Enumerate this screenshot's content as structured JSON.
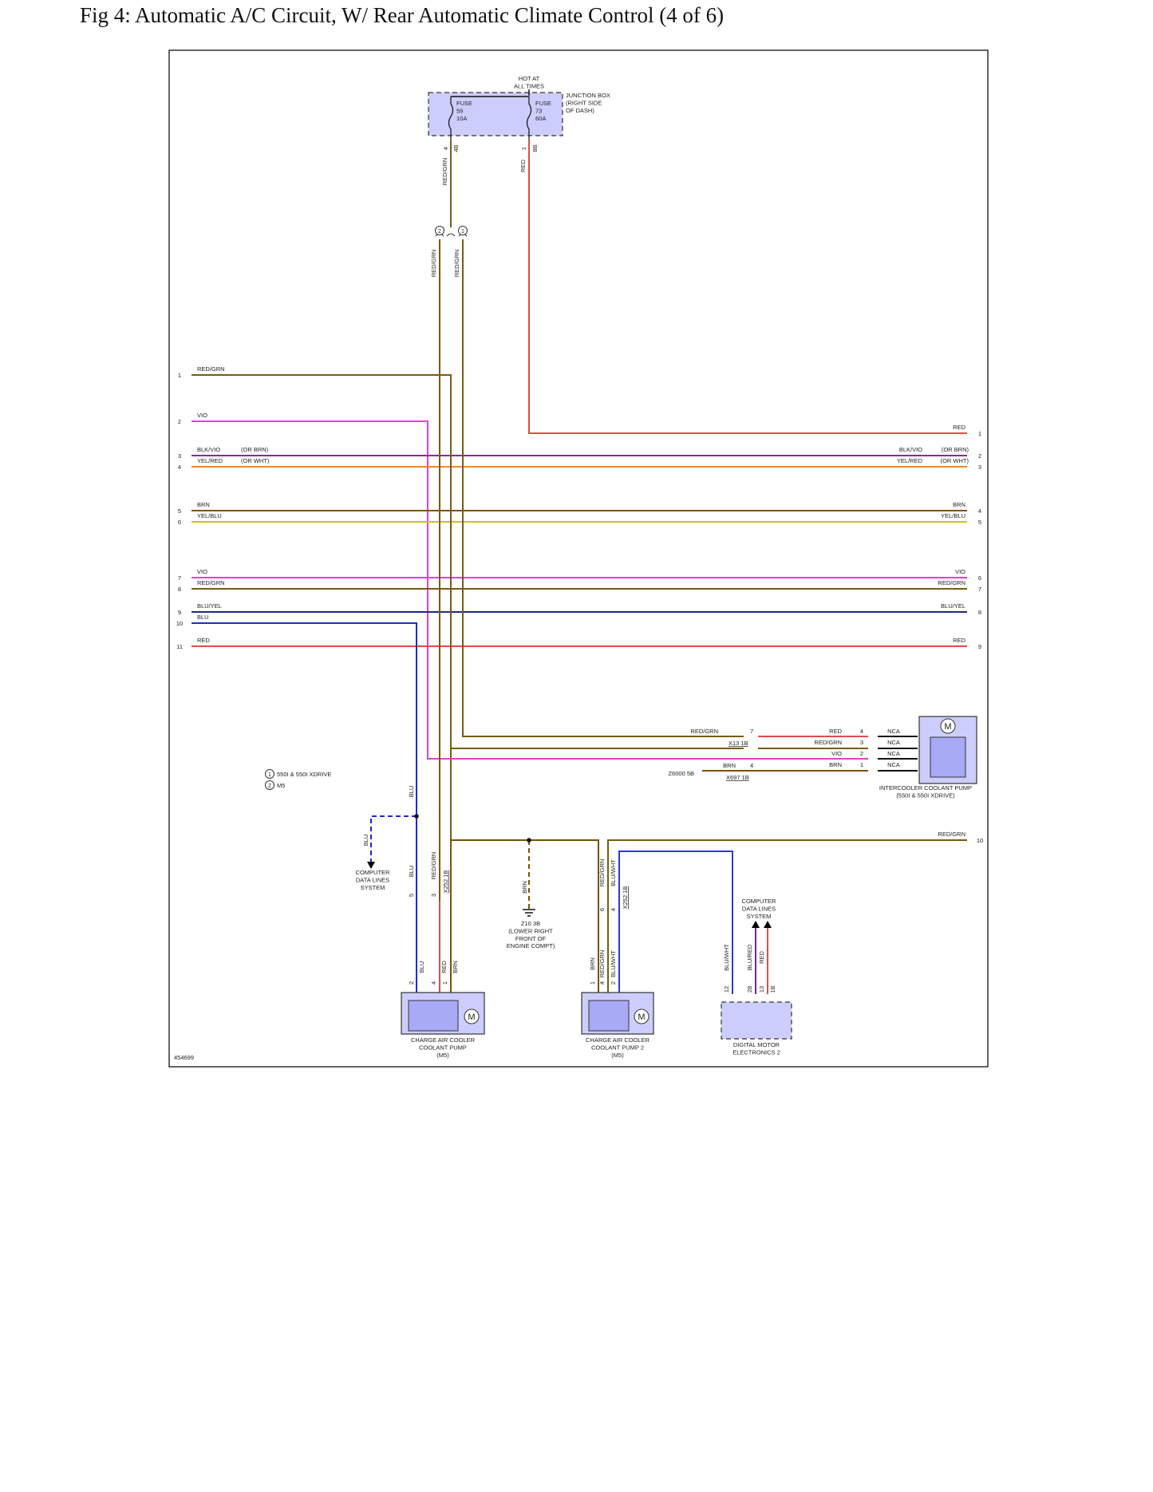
{
  "page": {
    "title": "Fig 4: Automatic A/C Circuit, W/ Rear Automatic Climate Control (4 of 6)"
  },
  "diagram_id": "454699",
  "colors": {
    "RED/GRN": "#7a5a10",
    "VIO": "#e040d8",
    "BLK/VIO": "#8a2a90",
    "YEL/RED": "#ef8a1a",
    "BRN": "#7a5208",
    "YEL/BLU": "#c9c21a",
    "BLU/YEL": "#1e2a7a",
    "BLU": "#1c2cd0",
    "RED": "#e24a4a",
    "BLU/WHT": "#2a3ad8",
    "BLU/RED": "#6a2aa0",
    "component_fill": "#cccdfc",
    "frame": "#222222"
  },
  "junction_box": {
    "hot_label": "HOT AT\nALL TIMES",
    "label": "JUNCTION BOX\n(RIGHT SIDE\nOF DASH)",
    "fuse_a": "FUSE\n59\n10A",
    "fuse_b": "FUSE\n73\n60A",
    "pin_a": "4",
    "conn_a": "4B",
    "pin_b": "1",
    "conn_b": "8B",
    "wire_a": "RED/GRN",
    "wire_b": "RED",
    "variant_1": "1",
    "variant_2": "2",
    "wire_v1": "RED/GRN",
    "wire_v2": "RED/GRN"
  },
  "left_bus": [
    {
      "num": "1",
      "label": "RED/GRN",
      "note": ""
    },
    {
      "num": "2",
      "label": "VIO",
      "note": ""
    },
    {
      "num": "3",
      "label": "BLK/VIO",
      "note": "(OR BRN)"
    },
    {
      "num": "4",
      "label": "YEL/RED",
      "note": "(OR WHT)"
    },
    {
      "num": "5",
      "label": "BRN",
      "note": ""
    },
    {
      "num": "6",
      "label": "YEL/BLU",
      "note": ""
    },
    {
      "num": "7",
      "label": "VIO",
      "note": ""
    },
    {
      "num": "8",
      "label": "RED/GRN",
      "note": ""
    },
    {
      "num": "9",
      "label": "BLU/YEL",
      "note": ""
    },
    {
      "num": "10",
      "label": "BLU",
      "note": ""
    },
    {
      "num": "11",
      "label": "RED",
      "note": ""
    }
  ],
  "right_bus": [
    {
      "num": "1",
      "label": "RED",
      "note": ""
    },
    {
      "num": "2",
      "label": "BLK/VIO",
      "note": "(OR BRN)"
    },
    {
      "num": "3",
      "label": "YEL/RED",
      "note": "(OR WHT)"
    },
    {
      "num": "4",
      "label": "BRN",
      "note": ""
    },
    {
      "num": "5",
      "label": "YEL/BLU",
      "note": ""
    },
    {
      "num": "6",
      "label": "VIO",
      "note": ""
    },
    {
      "num": "7",
      "label": "RED/GRN",
      "note": ""
    },
    {
      "num": "8",
      "label": "BLU/YEL",
      "note": ""
    },
    {
      "num": "9",
      "label": "RED",
      "note": ""
    },
    {
      "num": "10",
      "label": "RED/GRN",
      "note": ""
    }
  ],
  "intercooler": {
    "label": "INTERCOOLER COOLANT PUMP\n(550I & 550I XDRIVE)",
    "motor": "M",
    "wire_in": "RED/GRN",
    "pin_in": "7",
    "conn_in": "X13 1B",
    "ground_label": "Z6000 5B",
    "ground_wire": "BRN",
    "ground_pin": "4",
    "ground_conn": "X697 1B",
    "pins": [
      {
        "wire": "RED",
        "pin": "4",
        "nca": "NCA"
      },
      {
        "wire": "RED/GRN",
        "pin": "3",
        "nca": "NCA"
      },
      {
        "wire": "VIO",
        "pin": "2",
        "nca": "NCA"
      },
      {
        "wire": "BRN",
        "pin": "1",
        "nca": "NCA"
      }
    ]
  },
  "legend": [
    {
      "marker": "1",
      "text": "550I & 550I XDRIVE"
    },
    {
      "marker": "2",
      "text": "M5"
    }
  ],
  "computer_data_left": "COMPUTER\nDATA LINES\nSYSTEM",
  "computer_data_right": "COMPUTER\nDATA LINES\nSYSTEM",
  "pump1": {
    "label": "CHARGE AIR COOLER\nCOOLANT PUMP\n(M5)",
    "motor": "M",
    "pins": [
      {
        "pin": "2",
        "wire": "BLU"
      },
      {
        "pin": "4",
        "wire": "RED"
      },
      {
        "pin": "1",
        "wire": "BRN"
      }
    ],
    "upper_labels": {
      "blu": "BLU",
      "blu_dash": "BLU",
      "blu2": "BLU",
      "redgrn": "RED/GRN",
      "pin5": "5",
      "pin3": "3",
      "conn": "X252 1B"
    }
  },
  "pump2": {
    "label": "CHARGE AIR COOLER\nCOOLANT PUMP 2\n(M5)",
    "motor": "M",
    "pins": [
      {
        "pin": "1",
        "wire": "BRN"
      },
      {
        "pin": "4",
        "wire": "RED/GRN"
      },
      {
        "pin": "2",
        "wire": "BLU/WHT"
      }
    ],
    "upper_labels": {
      "redgrn": "RED/GRN",
      "bluwht": "BLU/WHT",
      "pin6": "6",
      "pin4": "4",
      "conn": "X252 1B"
    }
  },
  "ground": {
    "wire": "BRN",
    "label": "Z10 3B\n(LOWER RIGHT\nFRONT OF\nENGINE COMPT)"
  },
  "dme": {
    "label": "DIGITAL MOTOR\nELECTRONICS 2",
    "pins": [
      {
        "pin": "12",
        "wire": "BLU/WHT"
      },
      {
        "pin": "28",
        "wire": "BLU/RED"
      },
      {
        "pin": "13",
        "wire": "RED"
      }
    ],
    "conn": "1B"
  }
}
